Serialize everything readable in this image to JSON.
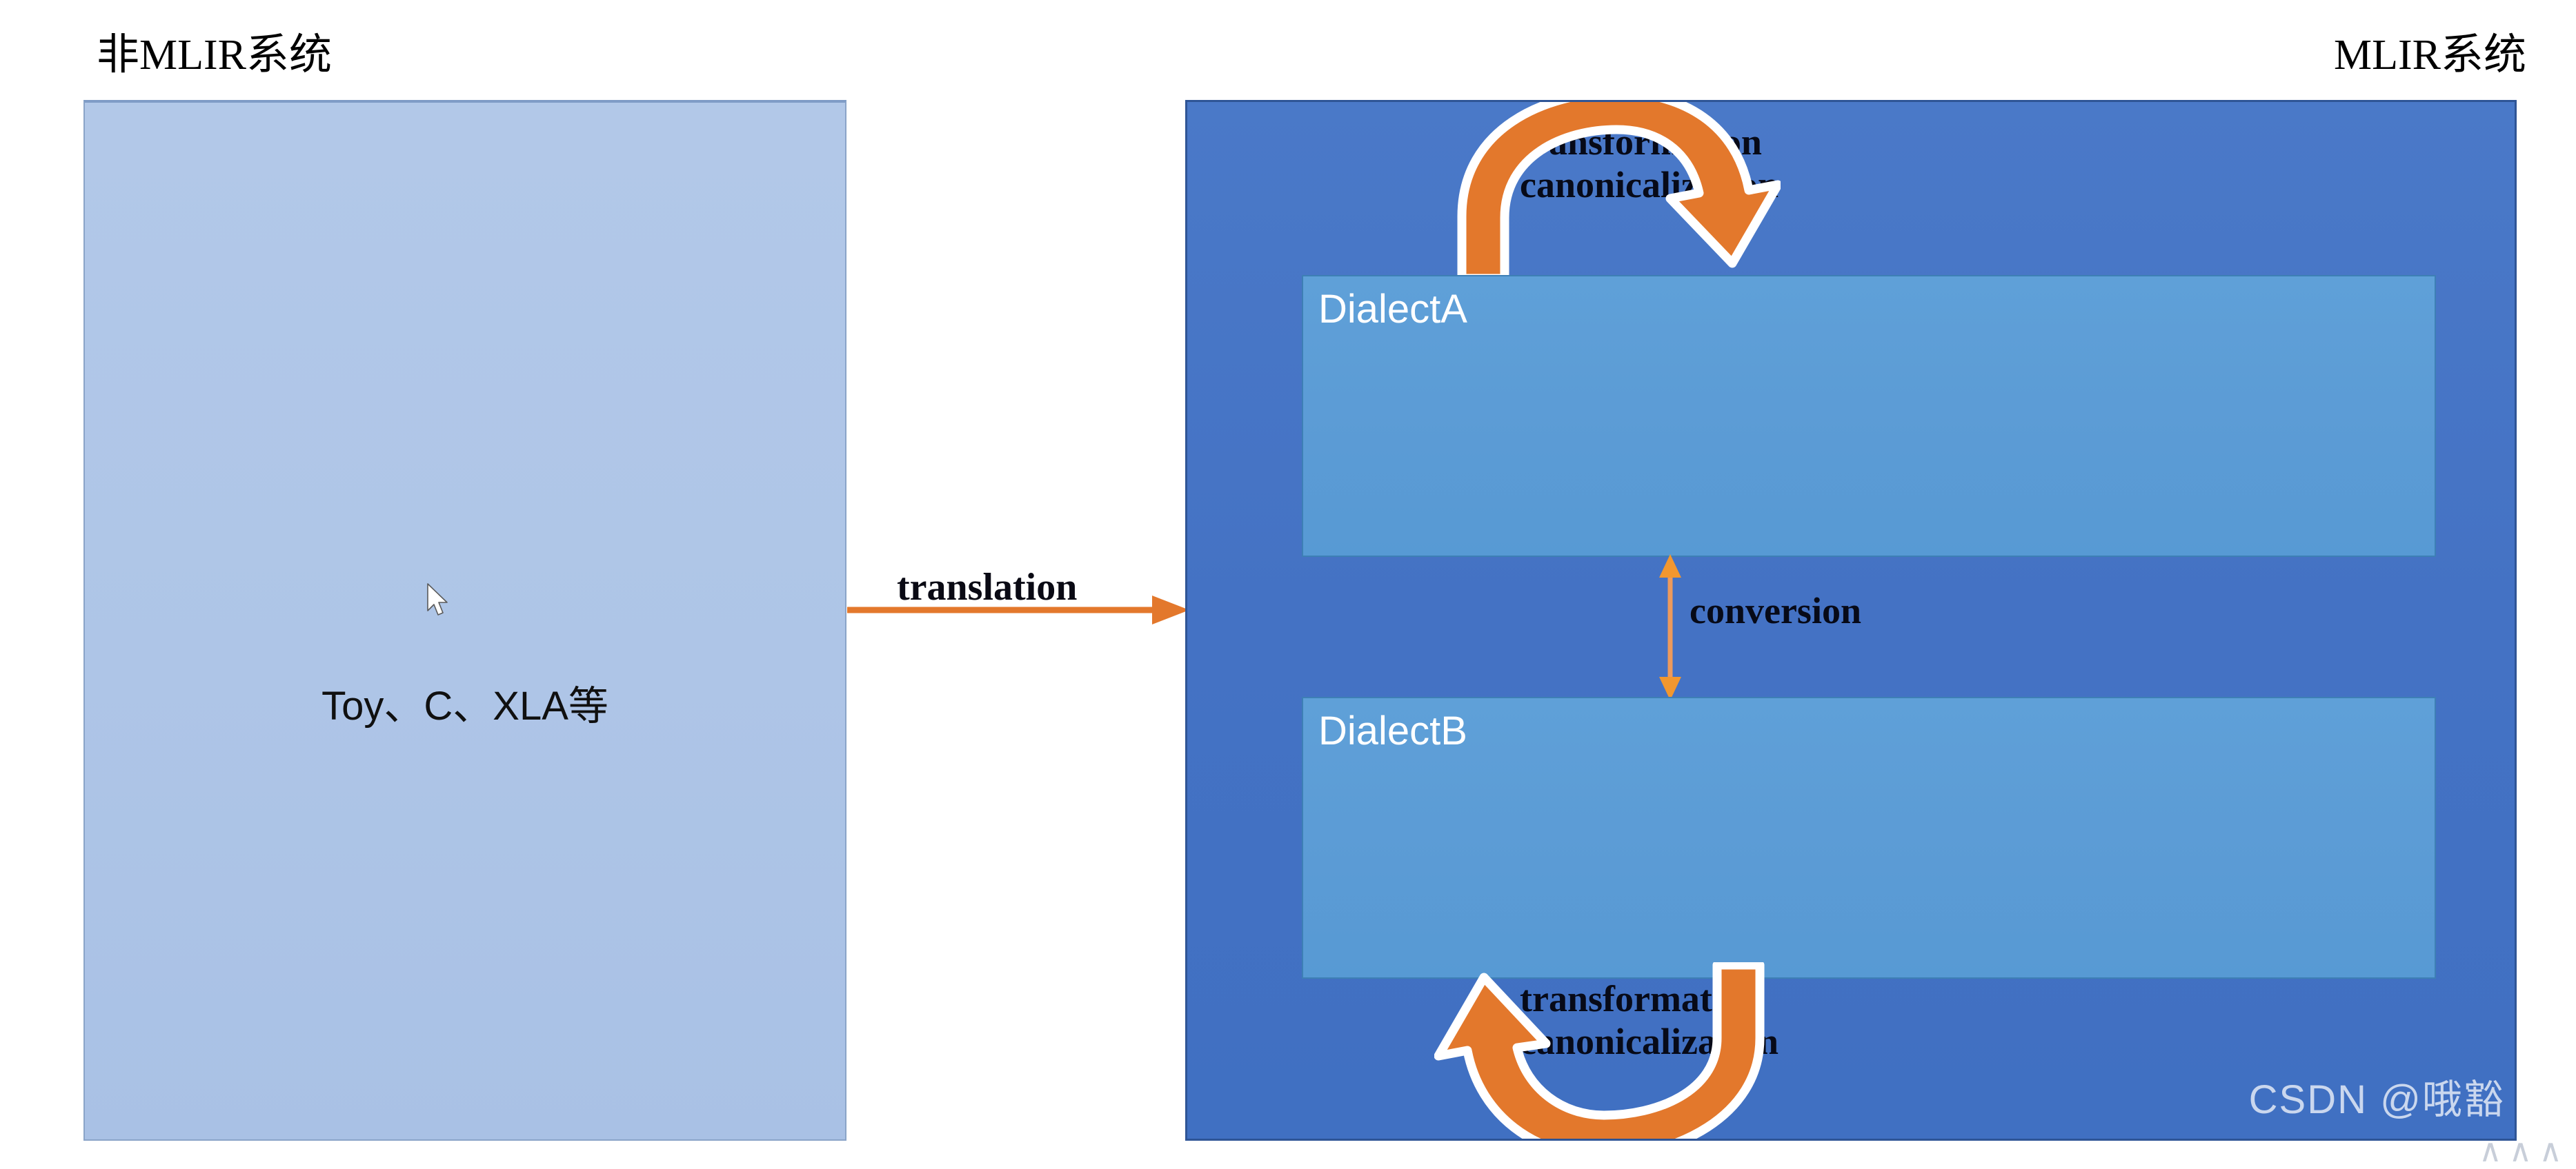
{
  "diagram": {
    "title_left": "非MLIR系统",
    "title_right": "MLIR系统"
  },
  "left_panel": {
    "name": "non-mlir-system",
    "label": "Toy、C、XLA等",
    "fill_color": "#aec5e7",
    "border_color": "#8aa4c8"
  },
  "translation": {
    "label": "translation",
    "arrow_color": "#e3782c"
  },
  "right_panel": {
    "name": "mlir-system",
    "fill_color": "#4472c4",
    "border_color": "#2f5596",
    "dialects": [
      {
        "label": "DialectA",
        "fill_color": "#5b9bd5"
      },
      {
        "label": "DialectB",
        "fill_color": "#5b9bd5"
      }
    ],
    "top_arrow_label_line1": "transformation",
    "top_arrow_label_line2": "canonicalization",
    "bottom_arrow_label_line1": "transformation",
    "bottom_arrow_label_line2": "canonicalization",
    "conversion_label": "conversion",
    "arrow_color": "#e3782c",
    "arrow_outline_color": "#ffffff",
    "conversion_arrow_color": "#ed9a5c"
  },
  "watermark": {
    "text": "CSDN @哦豁",
    "tail": "∧∧∧"
  },
  "cursor": {
    "name": "mouse-pointer"
  }
}
